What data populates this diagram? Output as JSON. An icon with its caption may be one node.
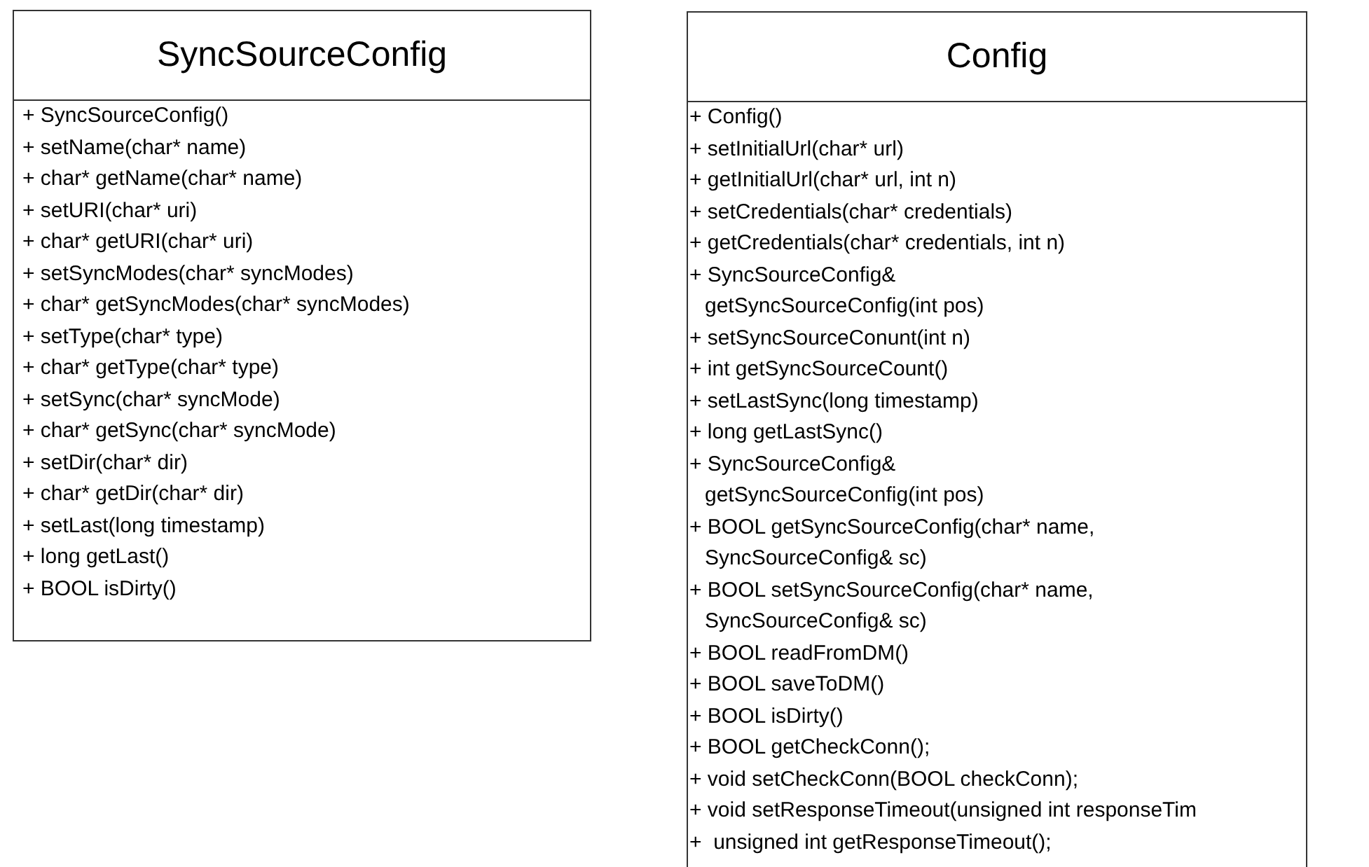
{
  "diagram": {
    "nodes": [
      {
        "text": [
          "SyncSourceConfig",
          "+ SyncSourceConfig()",
          "+ setName(char* name)",
          "+ char* getName(char* name)",
          "+ setURI(char* uri)",
          "+ char* getURI(char* uri)",
          "+ setSyncModes(char* syncModes)",
          "+ char* getSyncModes(char* syncModes)",
          "+ setType(char* type)",
          "+ char* getType(char* type)",
          "+ setSync(char* syncMode)",
          "+ char* getSync(char* syncMode)",
          "+ setDir(char* dir)",
          "+ char* getDir(char* dir)",
          "+ setLast(long timestamp)",
          "+ long getLast()",
          "+ BOOL isDirty()"
        ]
      },
      {
        "text": [
          "Config",
          "+ Config()",
          "+ setInitialUrl(char* url)",
          "+ getInitialUrl(char* url, int n)",
          "+ setCredentials(char* credentials)",
          "+ getCredentials(char* credentials, int n)",
          "+ SyncSourceConfig& getSyncSourceConfig(int pos)",
          "+ setSyncSourceConunt(int n)",
          "+ int getSyncSourceCount()",
          "+ setLastSync(long timestamp)",
          "+ long getLastSync()",
          "+ SyncSourceConfig& getSyncSourceConfig(int pos)",
          "+ BOOL getSyncSourceConfig(char* name, SyncSourceConfig& sc)",
          "+ BOOL setSyncSourceConfig(char* name, SyncSourceConfig& sc)",
          "+ BOOL readFromDM()",
          "+ BOOL saveToDM()",
          "+ BOOL isDirty()",
          "+ BOOL getCheckConn();",
          "+ void setCheckConn(BOOL checkConn);",
          "+ void setResponseTimeout(unsigned int responseTim",
          "+  unsigned int getResponseTimeout();"
        ]
      }
    ]
  }
}
